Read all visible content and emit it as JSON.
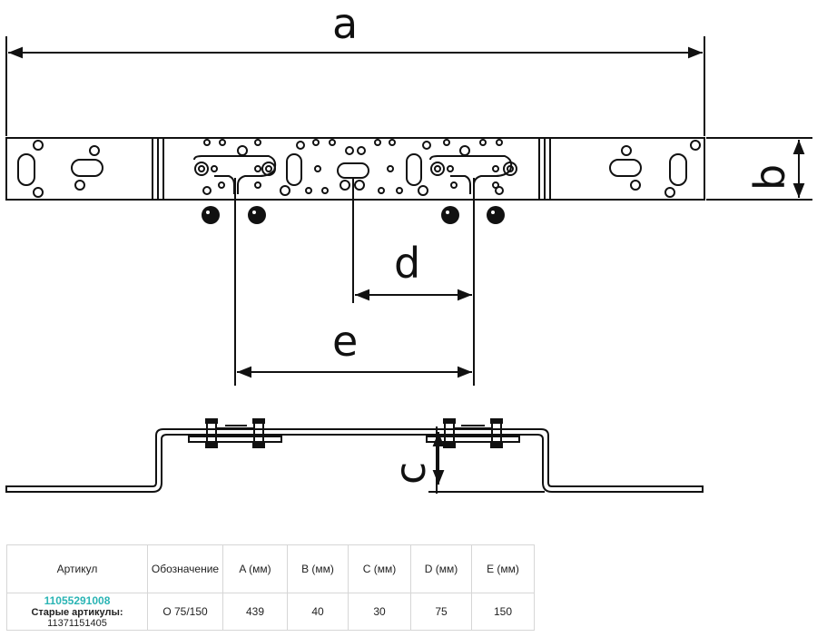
{
  "dimensions": {
    "a": "a",
    "b": "b",
    "c": "c",
    "d": "d",
    "e": "e"
  },
  "table": {
    "headers": [
      "Артикул",
      "Обозначение",
      "A (мм)",
      "B (мм)",
      "C (мм)",
      "D (мм)",
      "E (мм)"
    ],
    "row": {
      "article": "11055291008",
      "old_label": "Старые артикулы:",
      "old_value": "11371151405",
      "designation": "O 75/150",
      "a": "439",
      "b": "40",
      "c": "30",
      "d": "75",
      "e": "150"
    }
  },
  "colors": {
    "line": "#111111",
    "article": "#2ab4b4",
    "border": "#d6d6d6"
  }
}
